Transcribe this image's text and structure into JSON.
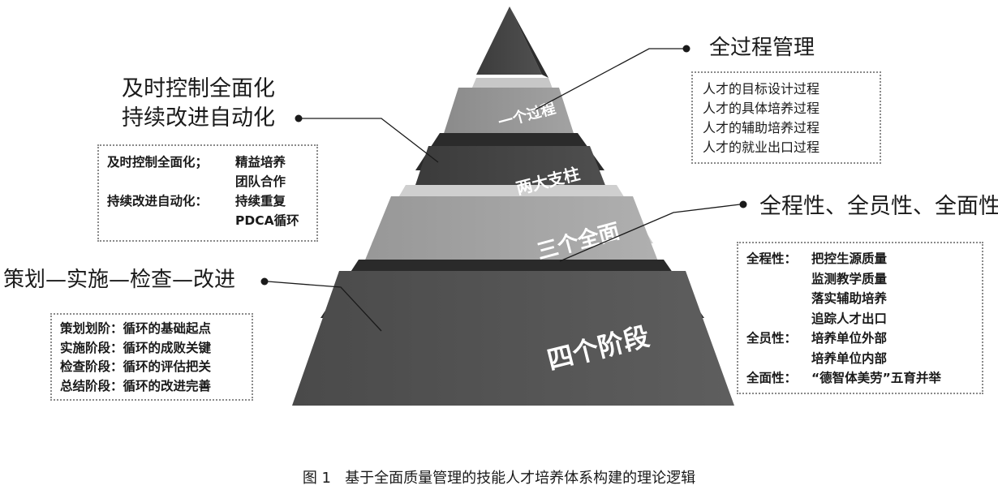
{
  "pyramid": {
    "tiers": [
      {
        "id": "tier-1",
        "label": "一个过程"
      },
      {
        "id": "tier-2",
        "label": "两大支柱"
      },
      {
        "id": "tier-3",
        "label": "三个全面"
      },
      {
        "id": "tier-4",
        "label": "四个阶段"
      }
    ]
  },
  "callouts": {
    "top_right": {
      "title": "全过程管理",
      "items": [
        "人才的目标设计过程",
        "人才的具体培养过程",
        "人才的辅助培养过程",
        "人才的就业出口过程"
      ]
    },
    "left_upper": {
      "title_lines": [
        "及时控制全面化",
        "持续改进自动化"
      ],
      "rows": [
        {
          "key": "及时控制全面化；",
          "value": "精益培养"
        },
        {
          "key": "",
          "value": "团队合作"
        },
        {
          "key": "持续改进自动化：",
          "value": "持续重复"
        },
        {
          "key": "",
          "value": "PDCA循环"
        }
      ]
    },
    "right_middle": {
      "title": "全程性、全员性、全面性",
      "rows": [
        {
          "key": "全程性：",
          "value": "把控生源质量"
        },
        {
          "key": "",
          "value": "监测教学质量"
        },
        {
          "key": "",
          "value": "落实辅助培养"
        },
        {
          "key": "",
          "value": "追踪人才出口"
        },
        {
          "key": "全员性：",
          "value": "培养单位外部"
        },
        {
          "key": "",
          "value": "培养单位内部"
        },
        {
          "key": "全面性：",
          "value": "“德智体美劳”五育并举"
        }
      ]
    },
    "left_lower": {
      "title": "策划—实施—检查—改进",
      "rows": [
        {
          "key": "策划划阶：",
          "value": "循环的基础起点"
        },
        {
          "key": "实施阶段：",
          "value": "循环的成败关键"
        },
        {
          "key": "检查阶段：",
          "value": "循环的评估把关"
        },
        {
          "key": "总结阶段：",
          "value": "循环的改进完善"
        }
      ]
    }
  },
  "caption": "图 1   基于全面质量管理的技能人才培养体系构建的理论逻辑"
}
